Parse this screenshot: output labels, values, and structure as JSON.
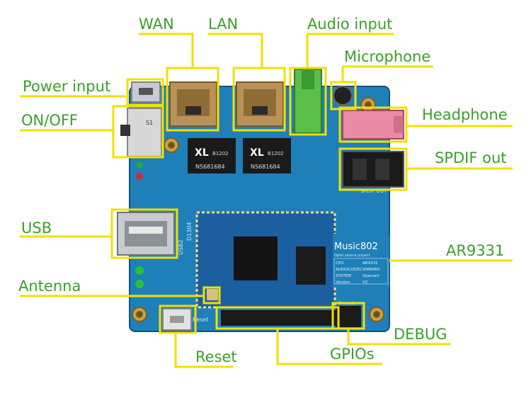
{
  "callouts": {
    "wan": "WAN",
    "lan": "LAN",
    "audio_input": "Audio input",
    "microphone": "Microphone",
    "power_input": "Power input",
    "headphone": "Headphone",
    "on_off": "ON/OFF",
    "spdif_out": "SPDIF out",
    "usb": "USB",
    "ar9331": "AR9331",
    "antenna": "Antenna",
    "debug": "DEBUG",
    "reset": "Reset",
    "gpios": "GPIOs"
  },
  "board_silkscreen": {
    "chip_brand": "XL",
    "chip_code": "B1202",
    "chip_part": "NS681684",
    "module_name": "Music802",
    "module_subtitle": "Open source project",
    "spec_rows": [
      [
        "CPU",
        "AR9331"
      ],
      [
        "AUDIOCODEC",
        "WM8960"
      ],
      [
        "SYSTEM",
        "Openwrt"
      ],
      [
        "Version",
        "V2"
      ]
    ],
    "usb_marking": "USB2",
    "usb_part": "D1304",
    "switch_marking": "S1",
    "spdif_marking": "SPDIF OUT",
    "console_marking": "Console",
    "reset_marking": "Reset"
  },
  "colors": {
    "label_text": "#3aa02a",
    "callout_line": "#f0e000",
    "board": "#1f7fb8",
    "module": "#1c5fa0"
  }
}
